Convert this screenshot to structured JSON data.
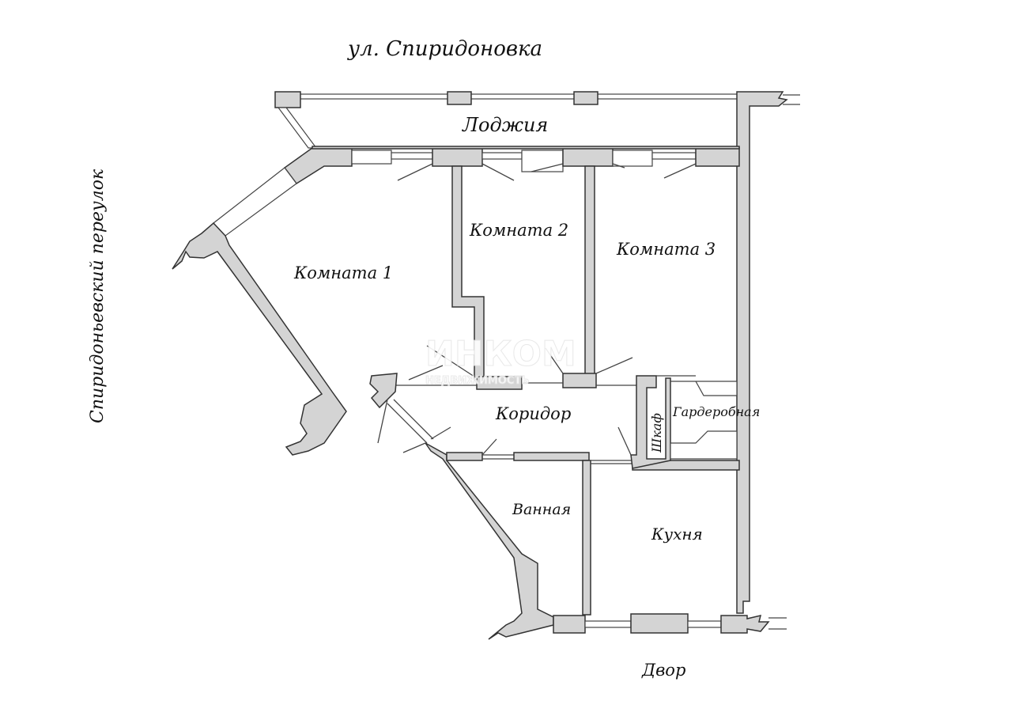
{
  "plan": {
    "street_top": "ул. Спиридоновка",
    "street_left": "Спиридоньевский переулок",
    "yard": "Двор",
    "rooms": {
      "loggia": "Лоджия",
      "room1": "Комната 1",
      "room2": "Комната 2",
      "room3": "Комната 3",
      "corridor": "Коридор",
      "closet": "Шкаф",
      "wardrobe": "Гардеробная",
      "bathroom": "Ванная",
      "kitchen": "Кухня"
    }
  },
  "watermark": {
    "brand": "ИНКОМ",
    "subtitle": "НЕДВИЖИМОСТЬ"
  },
  "colors": {
    "wall_fill": "#d4d4d4",
    "outline": "#333333"
  }
}
